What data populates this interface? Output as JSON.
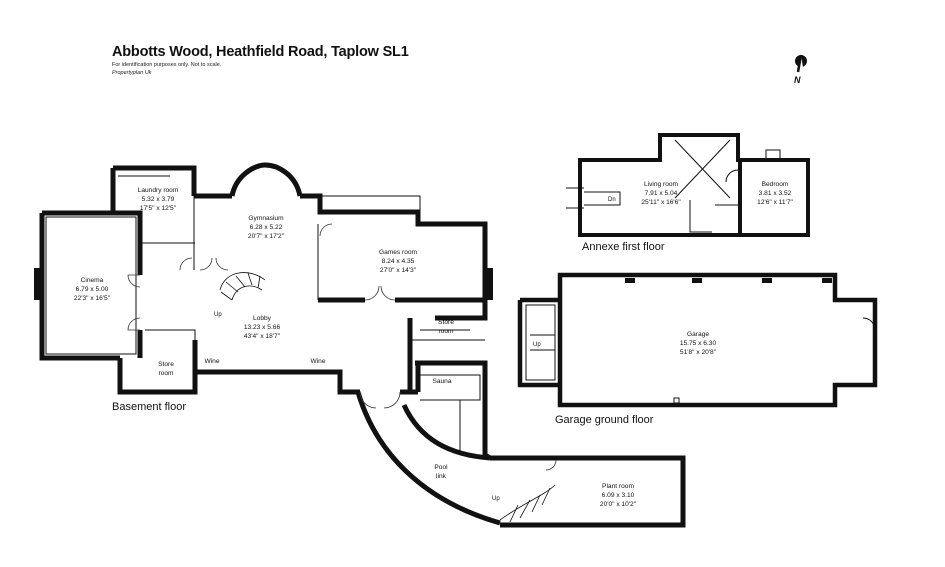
{
  "header": {
    "title": "Abbotts Wood, Heathfield Road, Taplow SL1",
    "note": "For identification purposes only. Not to scale.",
    "brand": "Propertyplan Uk"
  },
  "compass": {
    "letter": "N"
  },
  "floors": {
    "basement": "Basement floor",
    "annexe": "Annexe first floor",
    "garage": "Garage ground floor"
  },
  "rooms": {
    "laundry": {
      "name": "Laundry room",
      "metric": "5.32 x 3.79",
      "imperial": "17'5\" x 12'5\""
    },
    "gym": {
      "name": "Gymnasium",
      "metric": "6.28 x 5.22",
      "imperial": "20'7\" x 17'2\""
    },
    "games": {
      "name": "Games room",
      "metric": "8.24 x 4.35",
      "imperial": "27'0\" x 14'3\""
    },
    "cinema": {
      "name": "Cinema",
      "metric": "6.79 x 5.00",
      "imperial": "22'3\" x 16'5\""
    },
    "lobby": {
      "name": "Lobby",
      "metric": "13.23 x 5.66",
      "imperial": "43'4\" x 18'7\""
    },
    "store_left": {
      "line1": "Store",
      "line2": "room"
    },
    "store_right": {
      "line1": "Store",
      "line2": "room"
    },
    "wine_left": "Wine",
    "wine_right": "Wine",
    "sauna": "Sauna",
    "pool_link": {
      "line1": "Pool",
      "line2": "link"
    },
    "plant": {
      "name": "Plant room",
      "metric": "6.09 x 3.10",
      "imperial": "20'0\" x 10'2\""
    },
    "living": {
      "name": "Living room",
      "metric": "7.91 x 5.04",
      "imperial": "25'11\" x 16'6\""
    },
    "bedroom": {
      "name": "Bedroom",
      "metric": "3.81 x 3.52",
      "imperial": "12'6\" x 11'7\""
    },
    "garage": {
      "name": "Garage",
      "metric": "15.75 x 6.30",
      "imperial": "51'8\" x 20'8\""
    }
  },
  "markers": {
    "up": "Up",
    "dn": "Dn"
  },
  "colors": {
    "wall": "#111111",
    "thin": "#555555"
  }
}
